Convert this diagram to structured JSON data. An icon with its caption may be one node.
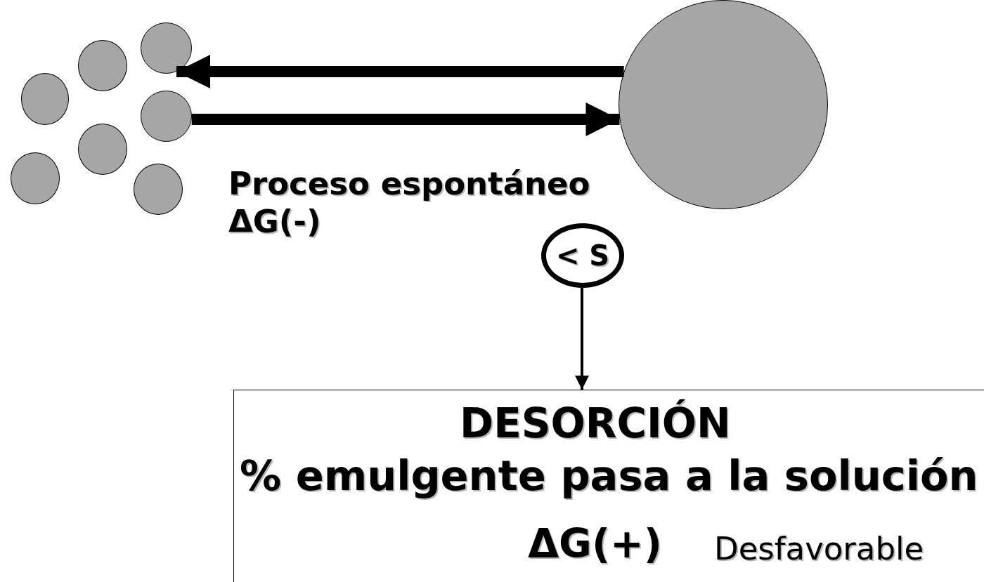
{
  "diagram": {
    "nodes": [
      {
        "text": [],
        "shape": "circle"
      },
      {
        "text": [],
        "shape": "circle"
      },
      {
        "text": [],
        "shape": "circle"
      },
      {
        "text": [],
        "shape": "circle"
      },
      {
        "text": [],
        "shape": "circle"
      },
      {
        "text": [],
        "shape": "circle"
      },
      {
        "text": [],
        "shape": "circle"
      },
      {
        "text": [],
        "shape": "circle"
      },
      {
        "text": [
          "< S"
        ]
      },
      {
        "text": [
          "DESORCIÓN",
          "% emulgente pasa a la solución",
          "ΔG(+)",
          "Desfavorable"
        ]
      }
    ],
    "edges": [
      {
        "from": 7,
        "to": 4,
        "arrow": "to"
      },
      {
        "from": 5,
        "to": 7,
        "arrow": "to"
      },
      {
        "from": 8,
        "to": 9,
        "arrow": "to"
      }
    ],
    "labels": [
      "Proceso espontáneo",
      "ΔG(-)"
    ]
  }
}
